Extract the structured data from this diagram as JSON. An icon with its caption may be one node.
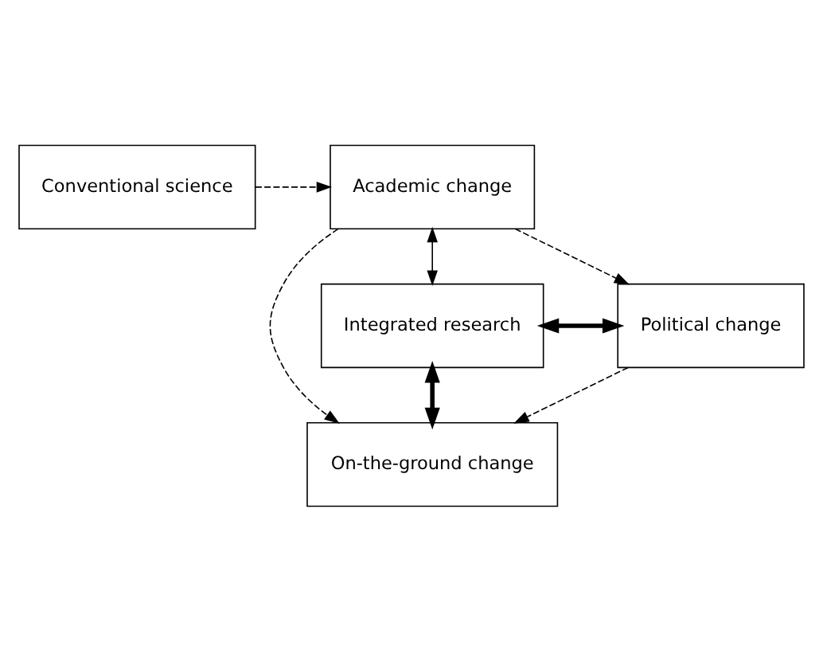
{
  "diagram": {
    "nodes": [
      {
        "text": [
          "Conventional science"
        ]
      },
      {
        "text": [
          "Academic change"
        ]
      },
      {
        "text": [
          "Integrated research"
        ]
      },
      {
        "text": [
          "Political change"
        ]
      },
      {
        "text": [
          "On-the-ground change"
        ]
      }
    ],
    "edges": [
      {
        "from": 0,
        "to": 1,
        "arrow": "to",
        "style": "dashed"
      },
      {
        "from": 2,
        "to": 1,
        "arrow": "both"
      },
      {
        "from": 1,
        "to": 3,
        "arrow": "to",
        "style": "dashed"
      },
      {
        "from": 1,
        "to": 4,
        "arrow": "to",
        "style": "dashed"
      },
      {
        "from": 2,
        "to": 3,
        "arrow": "both",
        "style": "thick"
      },
      {
        "from": 3,
        "to": 4,
        "arrow": "to",
        "style": "dashed"
      },
      {
        "from": 2,
        "to": 4,
        "arrow": "both",
        "style": "thick"
      }
    ]
  }
}
